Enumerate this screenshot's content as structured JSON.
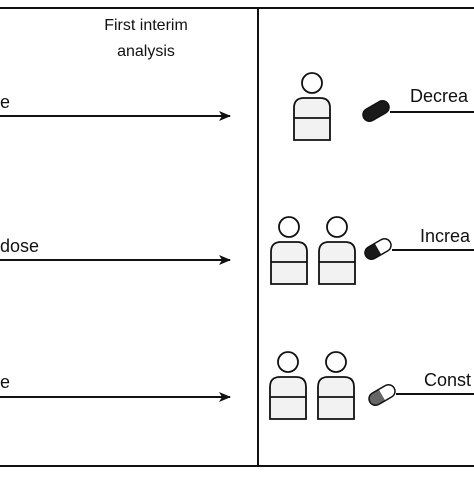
{
  "header": {
    "line1": "First interim",
    "line2": "analysis"
  },
  "rows": [
    {
      "left_label": "e",
      "right_label": "Decrea",
      "people_count": 1,
      "pill_style": "dark"
    },
    {
      "left_label": "dose",
      "right_label": "Increa",
      "people_count": 2,
      "pill_style": "split"
    },
    {
      "left_label": "e",
      "right_label": "Const",
      "people_count": 2,
      "pill_style": "grey"
    }
  ],
  "colors": {
    "stroke": "#111111",
    "pill_dark": "#1a1a1a",
    "pill_grey": "#666666",
    "person_fill": "#f2f2f2"
  }
}
